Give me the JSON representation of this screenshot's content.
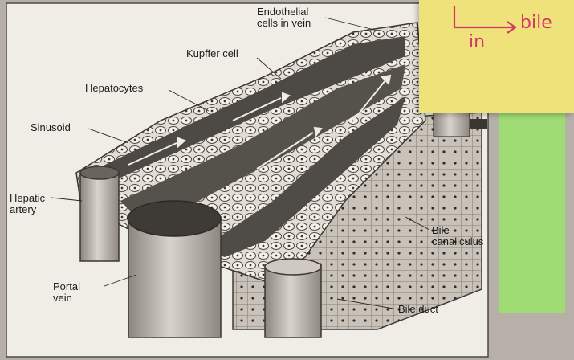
{
  "labels": {
    "endothelial": "Endothelial\ncells in vein",
    "kupffer": "Kupffer cell",
    "hepatocytes": "Hepatocytes",
    "sinusoid": "Sinusoid",
    "hepatic_artery": "Hepatic\nartery",
    "portal_vein": "Portal\nvein",
    "bile_canaliculus": "Bile\ncanaliculus",
    "bile_duct": "Bile duct"
  },
  "sticky_note": {
    "word_in": "in",
    "word_bile": "bile"
  },
  "colors": {
    "paper": "#f2efe9",
    "sticky": "#f0e27a",
    "highlighter": "#9be36a",
    "ink": "#d2366b"
  }
}
